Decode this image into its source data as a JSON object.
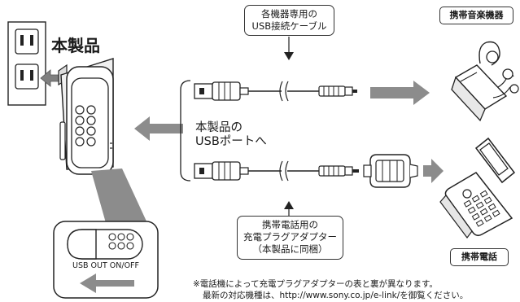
{
  "product_label": "本製品",
  "usb_port_label": [
    "本製品の",
    "USBポートへ"
  ],
  "cable_label": [
    "各機器専用の",
    "USB接続ケーブル"
  ],
  "adapter_label": [
    "携帯電話用の",
    "充電プラグアダプター",
    "（本製品に同梱）"
  ],
  "music_device_label": "携帯音楽機器",
  "phone_label": "携帯電話",
  "switch_label": "USB OUT ON/OFF",
  "footnote": [
    "※電話機によって充電プラグアダプターの表と裏が異なります。",
    "最新の対応機種は、http://www.sony.co.jp/e-link/を御覧ください。"
  ],
  "colors": {
    "arrow_gray": "#7f7f7f",
    "stroke": "#222222",
    "device_fill": "#f2f2f2"
  }
}
